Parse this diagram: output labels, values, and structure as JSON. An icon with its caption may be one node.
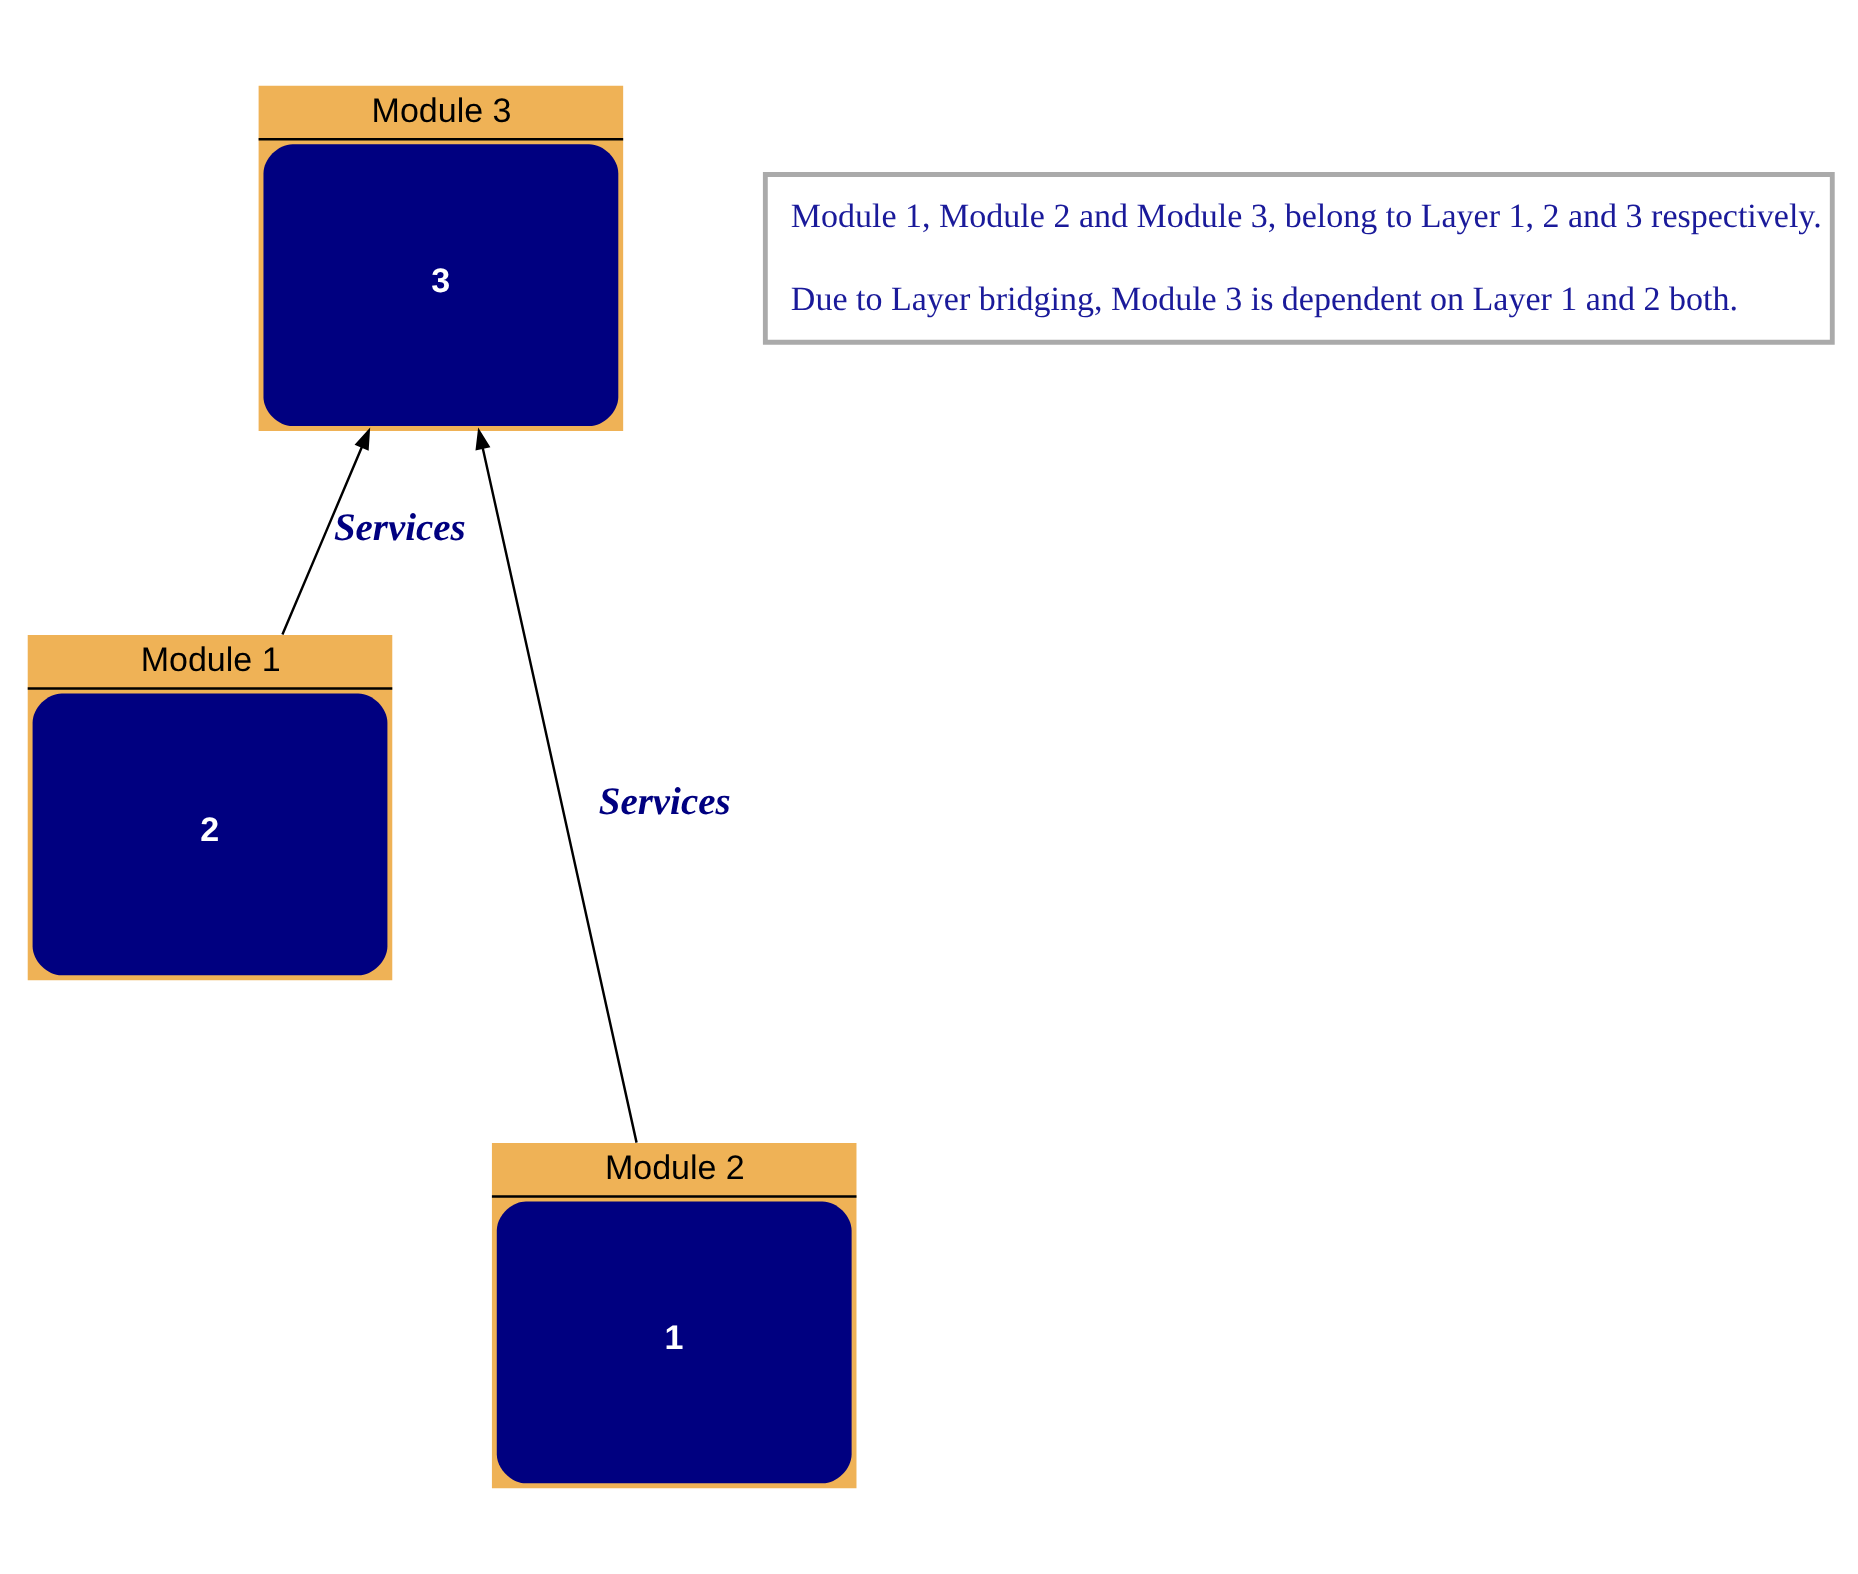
{
  "diagram": {
    "nodes": [
      {
        "text": [
          "Module 3",
          "3"
        ]
      },
      {
        "text": [
          "Module 1, Module 2 and Module 3, belong to Layer 1, 2 and 3 respectively.",
          "Due to Layer bridging, Module 3 is dependent on Layer 1 and 2 both."
        ]
      },
      {
        "text": [
          "Module 1",
          "2"
        ]
      },
      {
        "text": [
          "Module 2",
          "1"
        ]
      }
    ],
    "edges": [
      {
        "from": 2,
        "to": 0,
        "arrow": "to",
        "label": "Services"
      },
      {
        "from": 3,
        "to": 0,
        "arrow": "to",
        "label": "Services"
      }
    ]
  }
}
